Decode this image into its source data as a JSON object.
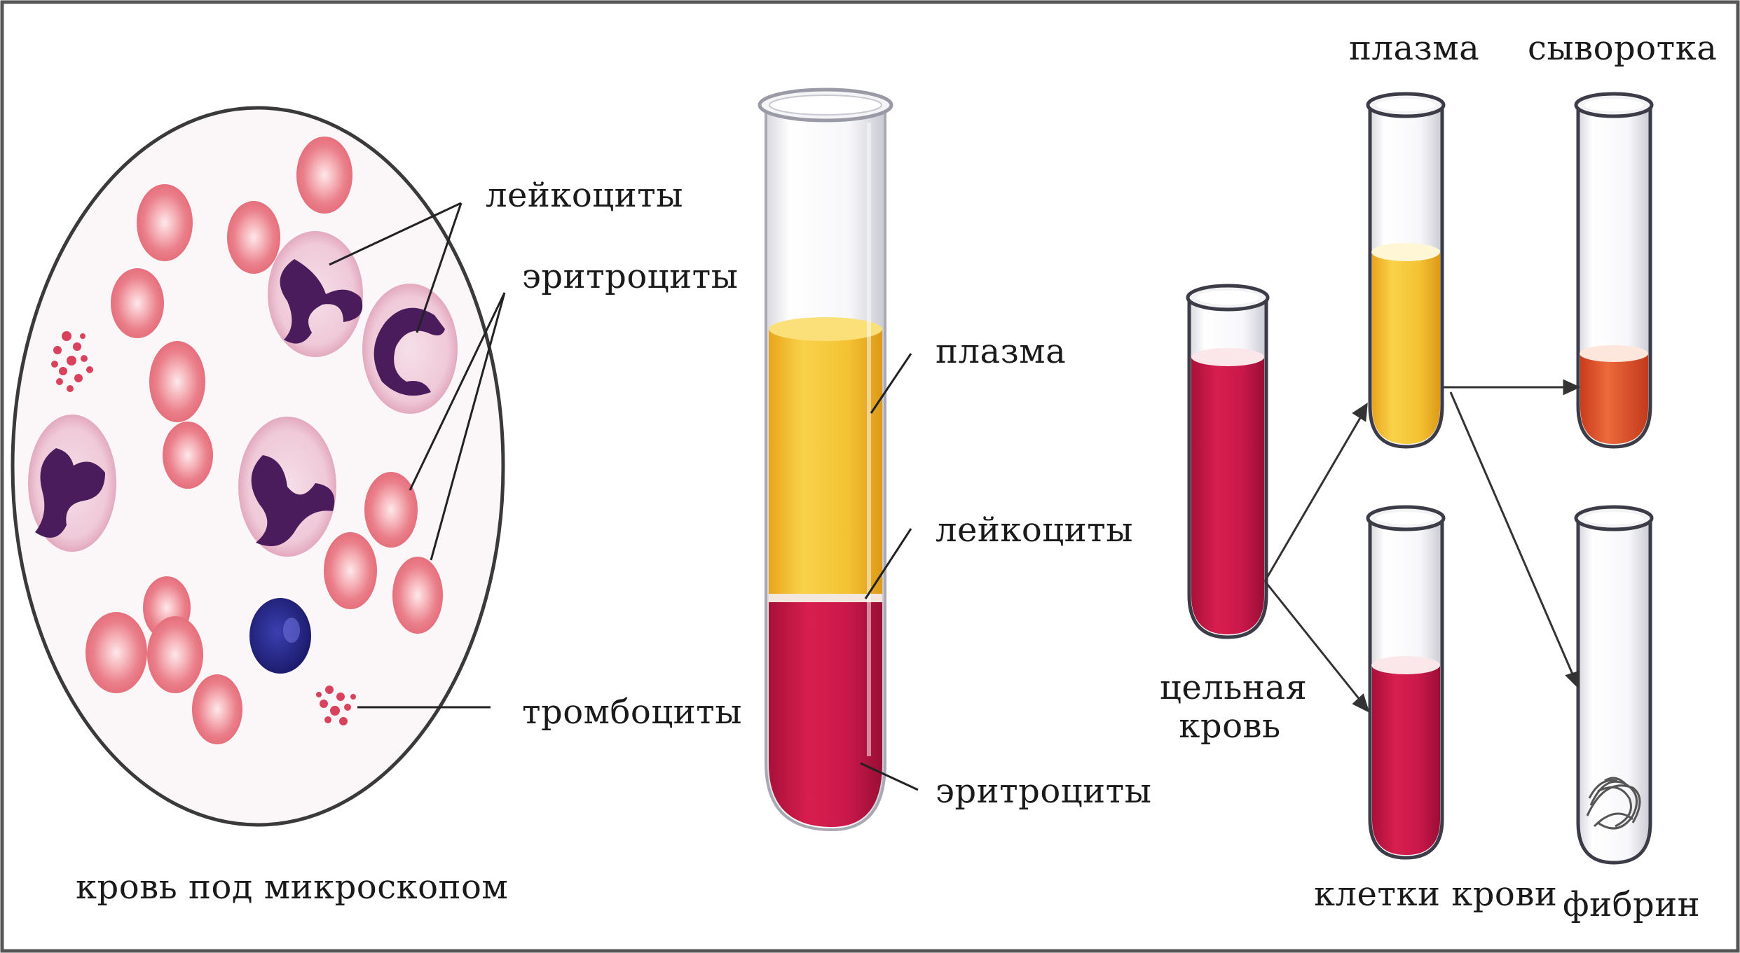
{
  "microscope": {
    "caption": "кровь под микроскопом",
    "labels": {
      "leukocytes": "лейкоциты",
      "erythrocytes": "эритроциты",
      "platelets": "тромбоциты"
    }
  },
  "big_tube": {
    "labels": {
      "plasma": "плазма",
      "leukocytes": "лейкоциты",
      "erythrocytes": "эритроциты"
    }
  },
  "separation": {
    "whole_blood": {
      "line1": "цельная",
      "line2": "кровь"
    },
    "plasma": "плазма",
    "serum": "сыворотка",
    "blood_cells": "клетки крови",
    "fibrin": "фибрин"
  },
  "colors": {
    "erythrocyte": "#e8808a",
    "leukocyte_nucleus": "#4a1c5c",
    "lymphocyte": "#2a2a8c",
    "plasma": "#f2c030",
    "blood": "#d11a4a",
    "serum": "#e25530",
    "outline": "#333333"
  }
}
